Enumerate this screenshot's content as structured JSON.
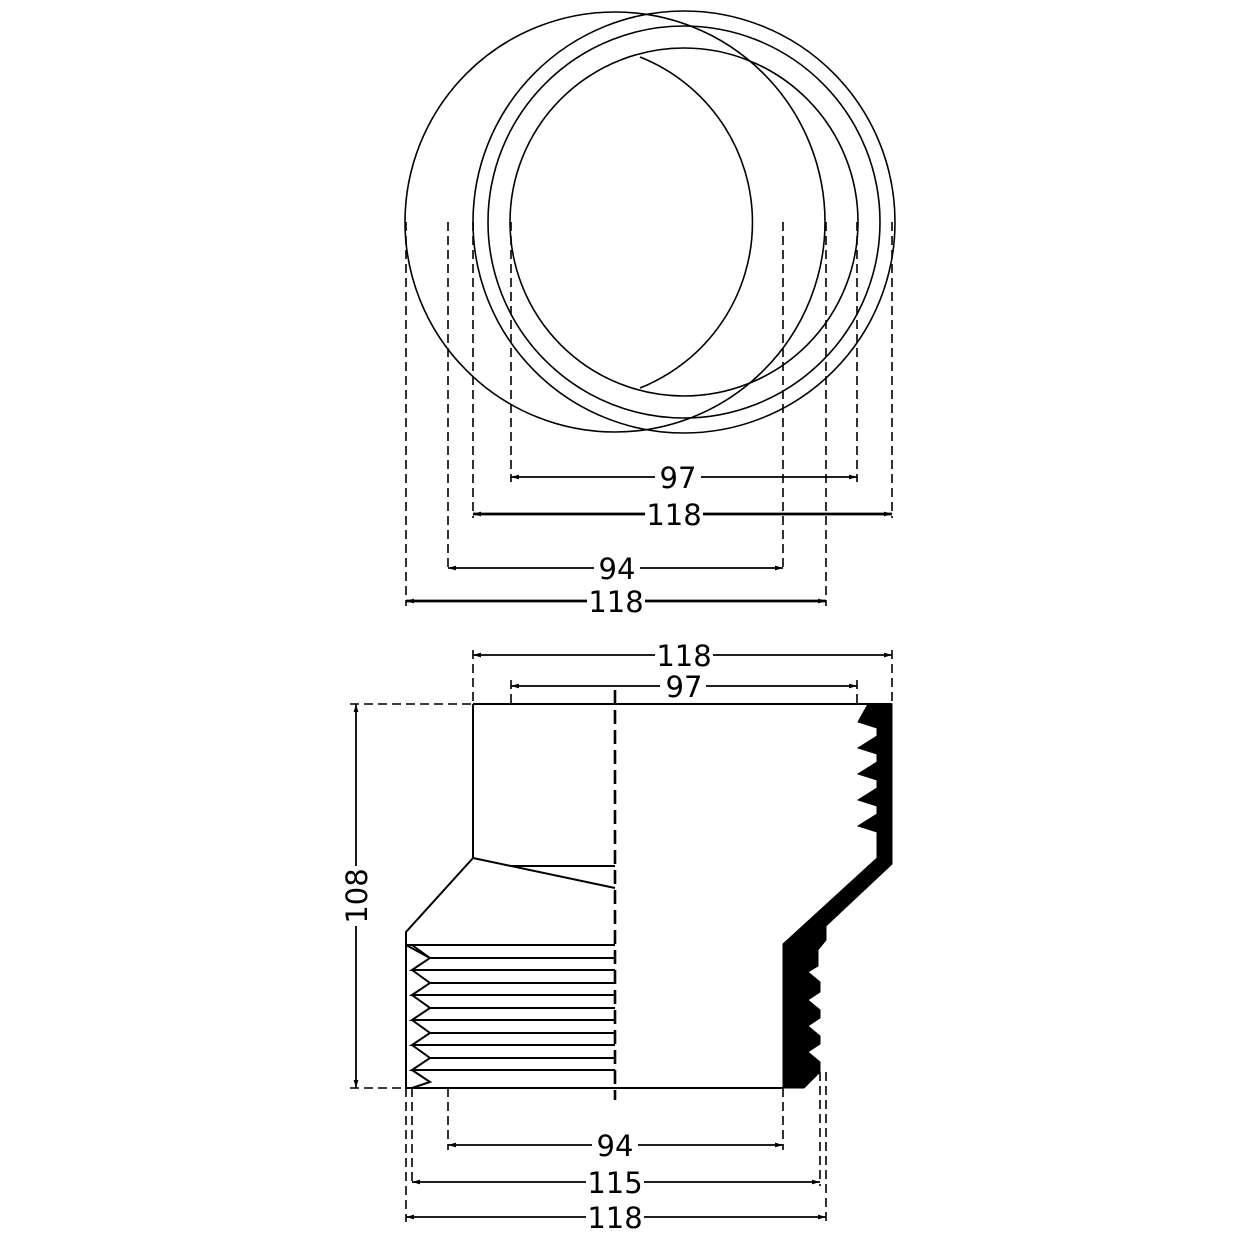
{
  "top_view": {
    "dimensions": [
      {
        "id": "inner-diameter",
        "label": "97"
      },
      {
        "id": "outer-diameter-right",
        "label": "118"
      },
      {
        "id": "bore-diameter",
        "label": "94"
      },
      {
        "id": "outer-diameter-left",
        "label": "118"
      }
    ]
  },
  "side_view": {
    "dimensions": [
      {
        "id": "top-outer-width",
        "label": "118"
      },
      {
        "id": "top-inner-width",
        "label": "97"
      },
      {
        "id": "height",
        "label": "108"
      },
      {
        "id": "bottom-bore",
        "label": "94"
      },
      {
        "id": "bottom-thread",
        "label": "115"
      },
      {
        "id": "bottom-outer",
        "label": "118"
      }
    ]
  }
}
